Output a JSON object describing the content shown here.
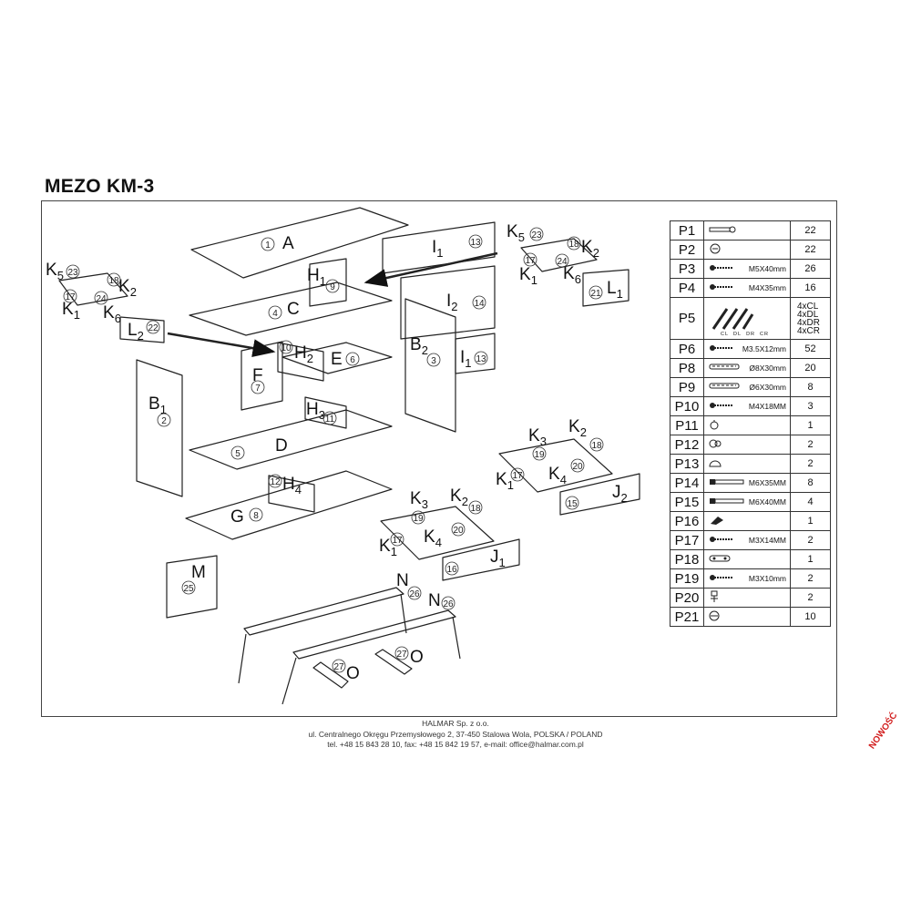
{
  "title": "MEZO KM-3",
  "diagram": {
    "labels": [
      {
        "text": "A",
        "n": "1"
      },
      {
        "text": "C",
        "n": "4"
      },
      {
        "text": "D",
        "n": "5"
      },
      {
        "text": "E",
        "n": "6"
      },
      {
        "text": "F",
        "n": "7"
      },
      {
        "text": "G",
        "n": "8"
      },
      {
        "text": "M",
        "n": "25"
      },
      {
        "text": "N",
        "n": "26"
      },
      {
        "text": "O",
        "n": "27"
      }
    ],
    "letter_A": "A",
    "letter_C": "C",
    "letter_D": "D",
    "letter_E": "E",
    "letter_F": "F",
    "letter_G": "G",
    "letter_M": "M",
    "letter_N": "N",
    "letter_O": "O",
    "letter_B": "B",
    "letter_H": "H",
    "letter_I": "I",
    "letter_K": "K",
    "letter_L": "L",
    "letter_J": "J",
    "sub_1": "1",
    "sub_2": "2",
    "sub_3": "3",
    "sub_4": "4",
    "sub_5": "5",
    "sub_6": "6",
    "n1": "1",
    "n2": "2",
    "n3": "3",
    "n4": "4",
    "n5": "5",
    "n6": "6",
    "n7": "7",
    "n8": "8",
    "n9": "9",
    "n10": "10",
    "n11": "11",
    "n12": "12",
    "n13": "13",
    "n14": "14",
    "n15": "15",
    "n16": "16",
    "n17": "17",
    "n18": "18",
    "n19": "19",
    "n20": "20",
    "n21": "21",
    "n22": "22",
    "n23": "23",
    "n24": "24",
    "n25": "25",
    "n26": "26",
    "n27": "27"
  },
  "parts": [
    {
      "code": "P1",
      "spec": "",
      "qty": "22",
      "icon": "dowel-pin-icon"
    },
    {
      "code": "P2",
      "spec": "",
      "qty": "22",
      "icon": "cam-lock-icon"
    },
    {
      "code": "P3",
      "spec": "M5X40mm",
      "qty": "26",
      "icon": "screw-icon"
    },
    {
      "code": "P4",
      "spec": "M4X35mm",
      "qty": "16",
      "icon": "screw-icon"
    },
    {
      "code": "P5",
      "spec": "",
      "qty_lines": [
        "4xCL",
        "4xDL",
        "4xDR",
        "4xCR"
      ],
      "sublabels": [
        "CL",
        "DL",
        "DR",
        "CR"
      ],
      "icon": "drawer-slide-icon"
    },
    {
      "code": "P6",
      "spec": "M3.5X12mm",
      "qty": "52",
      "icon": "screw-icon"
    },
    {
      "code": "P8",
      "spec": "Ø8X30mm",
      "qty": "20",
      "icon": "wood-dowel-icon"
    },
    {
      "code": "P9",
      "spec": "Ø6X30mm",
      "qty": "8",
      "icon": "wood-dowel-icon"
    },
    {
      "code": "P10",
      "spec": "M4X18MM",
      "qty": "3",
      "icon": "screw-icon"
    },
    {
      "code": "P11",
      "spec": "",
      "qty": "1",
      "icon": "ring-icon"
    },
    {
      "code": "P12",
      "spec": "",
      "qty": "2",
      "icon": "connector-icon"
    },
    {
      "code": "P13",
      "spec": "",
      "qty": "2",
      "icon": "bumper-icon"
    },
    {
      "code": "P14",
      "spec": "M6X35MM",
      "qty": "8",
      "icon": "bolt-icon"
    },
    {
      "code": "P15",
      "spec": "M6X40MM",
      "qty": "4",
      "icon": "bolt-icon"
    },
    {
      "code": "P16",
      "spec": "",
      "qty": "1",
      "icon": "allen-key-icon"
    },
    {
      "code": "P17",
      "spec": "M3X14MM",
      "qty": "2",
      "icon": "screw-icon"
    },
    {
      "code": "P18",
      "spec": "",
      "qty": "1",
      "icon": "plate-icon"
    },
    {
      "code": "P19",
      "spec": "M3X10mm",
      "qty": "2",
      "icon": "screw-icon"
    },
    {
      "code": "P20",
      "spec": "",
      "qty": "2",
      "icon": "hook-icon"
    },
    {
      "code": "P21",
      "spec": "",
      "qty": "10",
      "icon": "cap-icon"
    }
  ],
  "footer": {
    "company": "HALMAR Sp. z o.o.",
    "address": "ul. Centralnego Okręgu Przemysłowego 2, 37-450 Stalowa Wola, POLSKA / POLAND",
    "contact": "tel. +48 15 843 28 10, fax: +48 15 842 19 57, e-mail: office@halmar.com.pl"
  },
  "badge": "NOWOŚĆ"
}
